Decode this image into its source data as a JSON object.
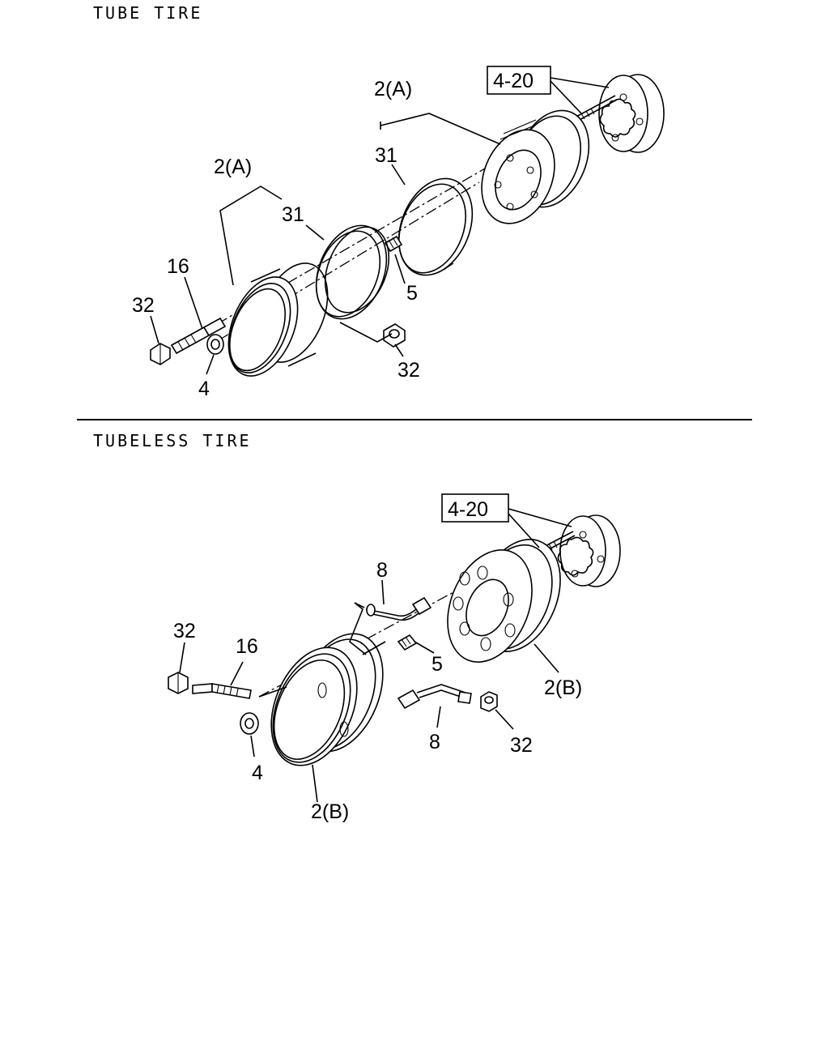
{
  "sections": {
    "tube": {
      "title": "TUBE TIRE",
      "labels": {
        "wheel_a_rear": "2(A)",
        "wheel_a_front": "2(A)",
        "ring_rear": "31",
        "ring_front": "31",
        "valve": "5",
        "bolt": "16",
        "nut_left": "32",
        "nut_right": "32",
        "washer_nut": "4",
        "ref_box": "4-20"
      }
    },
    "tubeless": {
      "title": "TUBELESS TIRE",
      "labels": {
        "ref_box": "4-20",
        "extension_top": "8",
        "valve": "5",
        "wheel_b_rear": "2(B)",
        "bolt": "16",
        "nut_left": "32",
        "extension_bottom": "8",
        "nut_right": "32",
        "washer_nut": "4",
        "wheel_b_front": "2(B)"
      }
    }
  }
}
